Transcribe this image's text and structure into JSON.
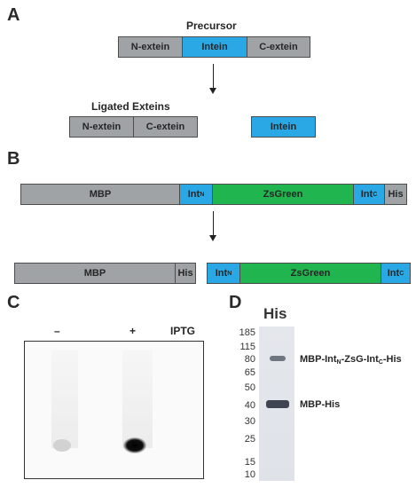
{
  "panels": {
    "a": "A",
    "b": "B",
    "c": "C",
    "d": "D"
  },
  "panel_a": {
    "precursor_label": "Precursor",
    "n_extein": "N-extein",
    "intein": "Intein",
    "c_extein": "C-extein",
    "ligated_label": "Ligated Exteins",
    "lig_n_extein": "N-extein",
    "lig_c_extein": "C-extein",
    "free_intein": "Intein",
    "colors": {
      "extein": "#9fa3a6",
      "intein": "#2aa8e6"
    }
  },
  "panel_b": {
    "mbp": "MBP",
    "int_n": "Int",
    "int_n_sub": "N",
    "zsgreen": "ZsGreen",
    "int_c": "Int",
    "int_c_sub": "C",
    "his": "His",
    "cleaved_mbp": "MBP",
    "cleaved_his": "His",
    "cleaved_int_n": "Int",
    "cleaved_int_n_sub": "N",
    "cleaved_zsgreen": "ZsGreen",
    "cleaved_int_c": "Int",
    "cleaved_int_c_sub": "C",
    "colors": {
      "green": "#20b54f"
    }
  },
  "panel_c": {
    "minus": "–",
    "plus": "+",
    "iptg": "IPTG"
  },
  "panel_d": {
    "his_header": "His",
    "markers": [
      "185",
      "115",
      "80",
      "65",
      "50",
      "40",
      "30",
      "25",
      "15",
      "10"
    ],
    "band_full_a": "MBP-Int",
    "band_full_a_sub": "N",
    "band_full_b": "-ZsG-Int",
    "band_full_b_sub": "C",
    "band_full_c": "-His",
    "band_small": "MBP-His"
  }
}
